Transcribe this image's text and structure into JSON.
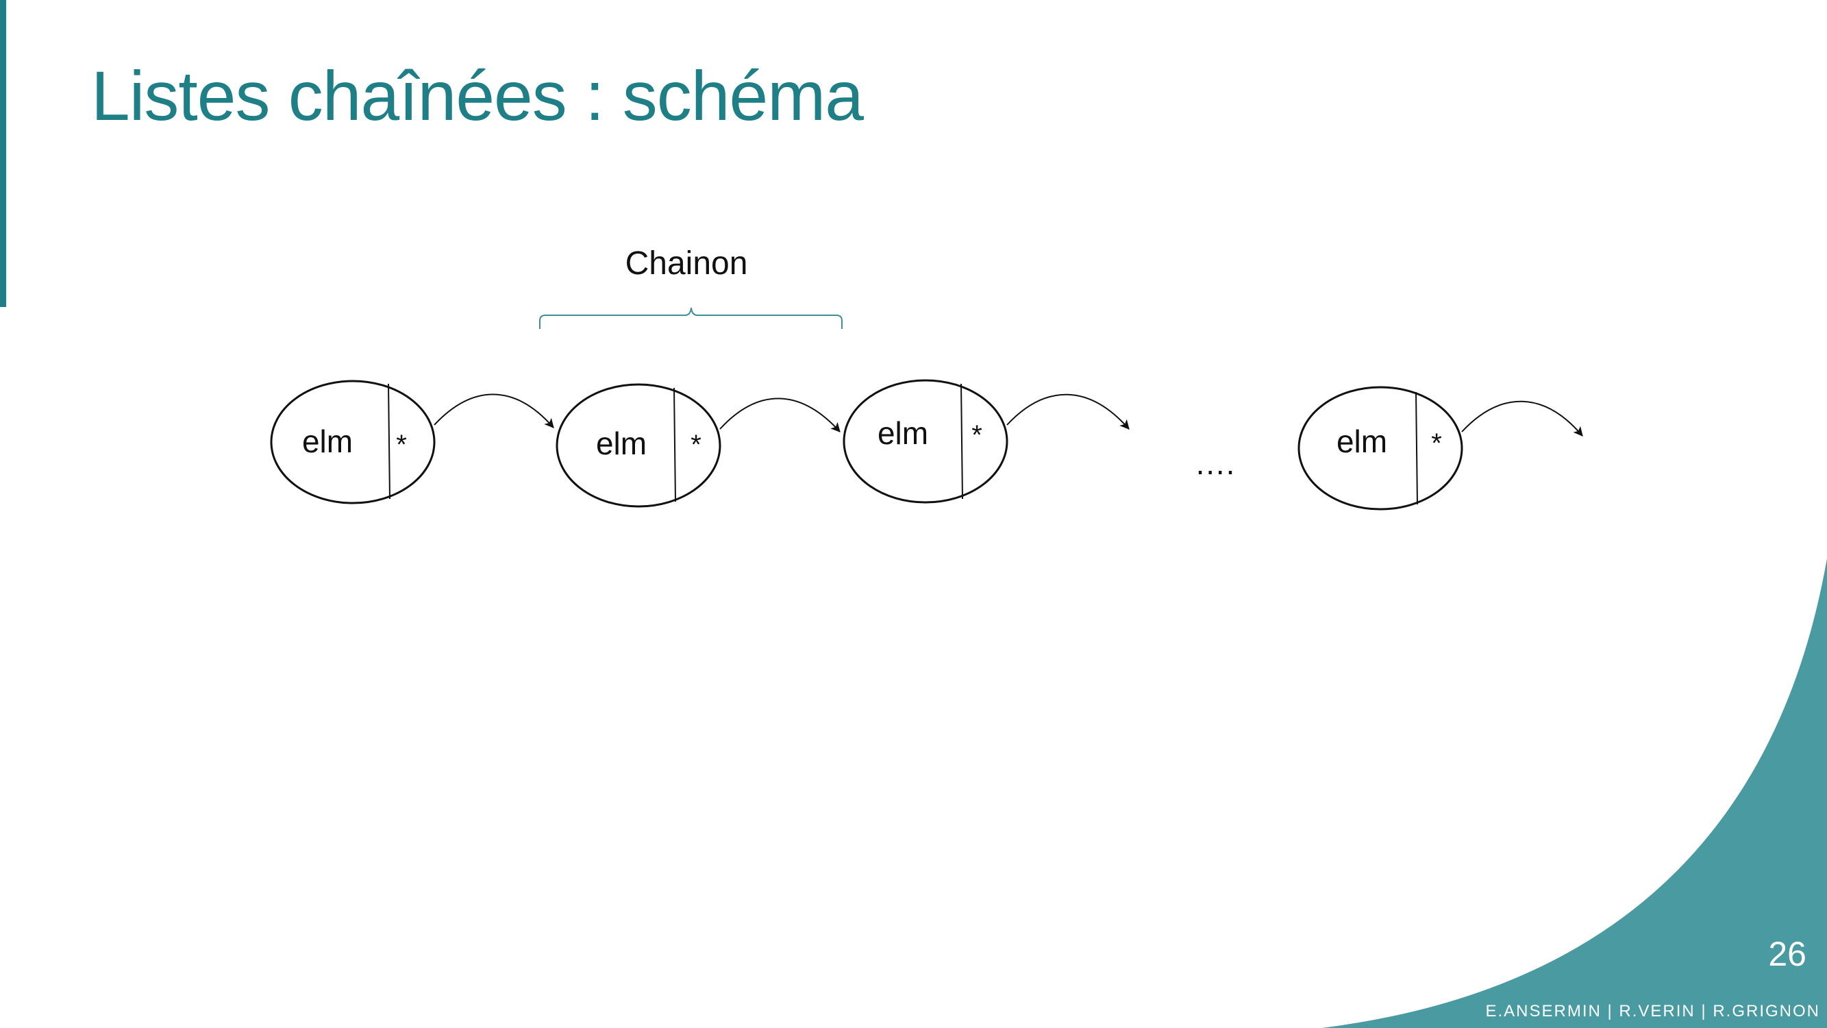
{
  "slide": {
    "title": "Listes chaînées : schéma",
    "page_number": "26",
    "footer": "E.ANSERMIN | R.VERIN | R.GRIGNON"
  },
  "colors": {
    "accent": "#1f7f86",
    "corner": "#4a9aa1",
    "brace": "#3f8f96",
    "ink": "#111111"
  },
  "diagram": {
    "chainon_label": "Chainon",
    "ellipsis": "….",
    "nodes": [
      {
        "value": "elm",
        "pointer": "*"
      },
      {
        "value": "elm",
        "pointer": "*"
      },
      {
        "value": "elm",
        "pointer": "*"
      },
      {
        "value": "elm",
        "pointer": "*"
      }
    ]
  }
}
